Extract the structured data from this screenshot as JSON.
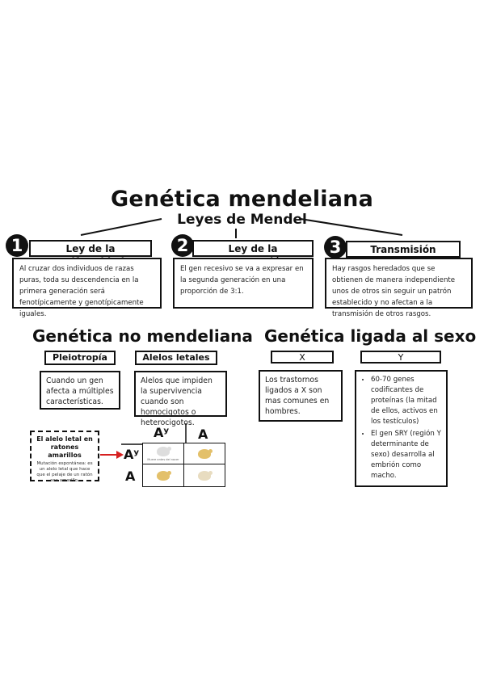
{
  "title": "Genética mendeliana",
  "subtitle": "Leyes de Mendel",
  "laws": [
    {
      "number": "1",
      "title": "Ley de la Uniformidad",
      "text": "Al cruzar dos individuos de razas puras, toda su descendencia en la primera generación será fenotípicamente y genotípicamente iguales."
    },
    {
      "number": "2",
      "title": "Ley de la Segregación",
      "text": "El gen recesivo se va a expresar en la segunda generación en una proporción de 3:1."
    },
    {
      "number": "3",
      "title": "Transmisión Indepen.",
      "text": "Hay rasgos heredados que se obtienen de manera independiente unos de otros sin seguir un patrón establecido y no afectan a la transmisión de otros rasgos."
    }
  ],
  "non_mendelian": {
    "title": "Genética no mendeliana",
    "pleiotropy": {
      "label": "Pleiotropía",
      "text": "Cuando un gen afecta a múltiples características."
    },
    "lethal": {
      "label": "Alelos letales",
      "text": "Alelos que impiden la supervivencia cuando son homocigotos o heterocigotos."
    },
    "note": {
      "title": "El alelo letal en ratones amarillos",
      "text": "Mutación espontánea: es un alelo letal que hace que el pelaje de un ratón sea amarillo."
    },
    "punnett": {
      "col_headers": [
        "Aʸ",
        "A"
      ],
      "row_headers": [
        "Aʸ",
        "A"
      ],
      "cells": [
        {
          "icon": "skull-mouse-icon",
          "caption": "Muere antes del nacer"
        },
        {
          "icon": "yellow-mouse-icon",
          "caption": ""
        },
        {
          "icon": "yellow-mouse-icon",
          "caption": ""
        },
        {
          "icon": "grey-mouse-icon",
          "caption": ""
        }
      ]
    }
  },
  "sex_linked": {
    "title": "Genética ligada al sexo",
    "x": {
      "label": "X",
      "text": "Los trastornos ligados a X son mas comunes en hombres."
    },
    "y": {
      "label": "Y",
      "items": [
        "60-70 genes codificantes de proteínas (la mitad de ellos, activos en los testículos)",
        "El gen SRY (región Y determinante de sexo) desarrolla al embrión como macho."
      ]
    }
  },
  "colors": {
    "arrow": "#d62020",
    "ink": "#111111"
  }
}
